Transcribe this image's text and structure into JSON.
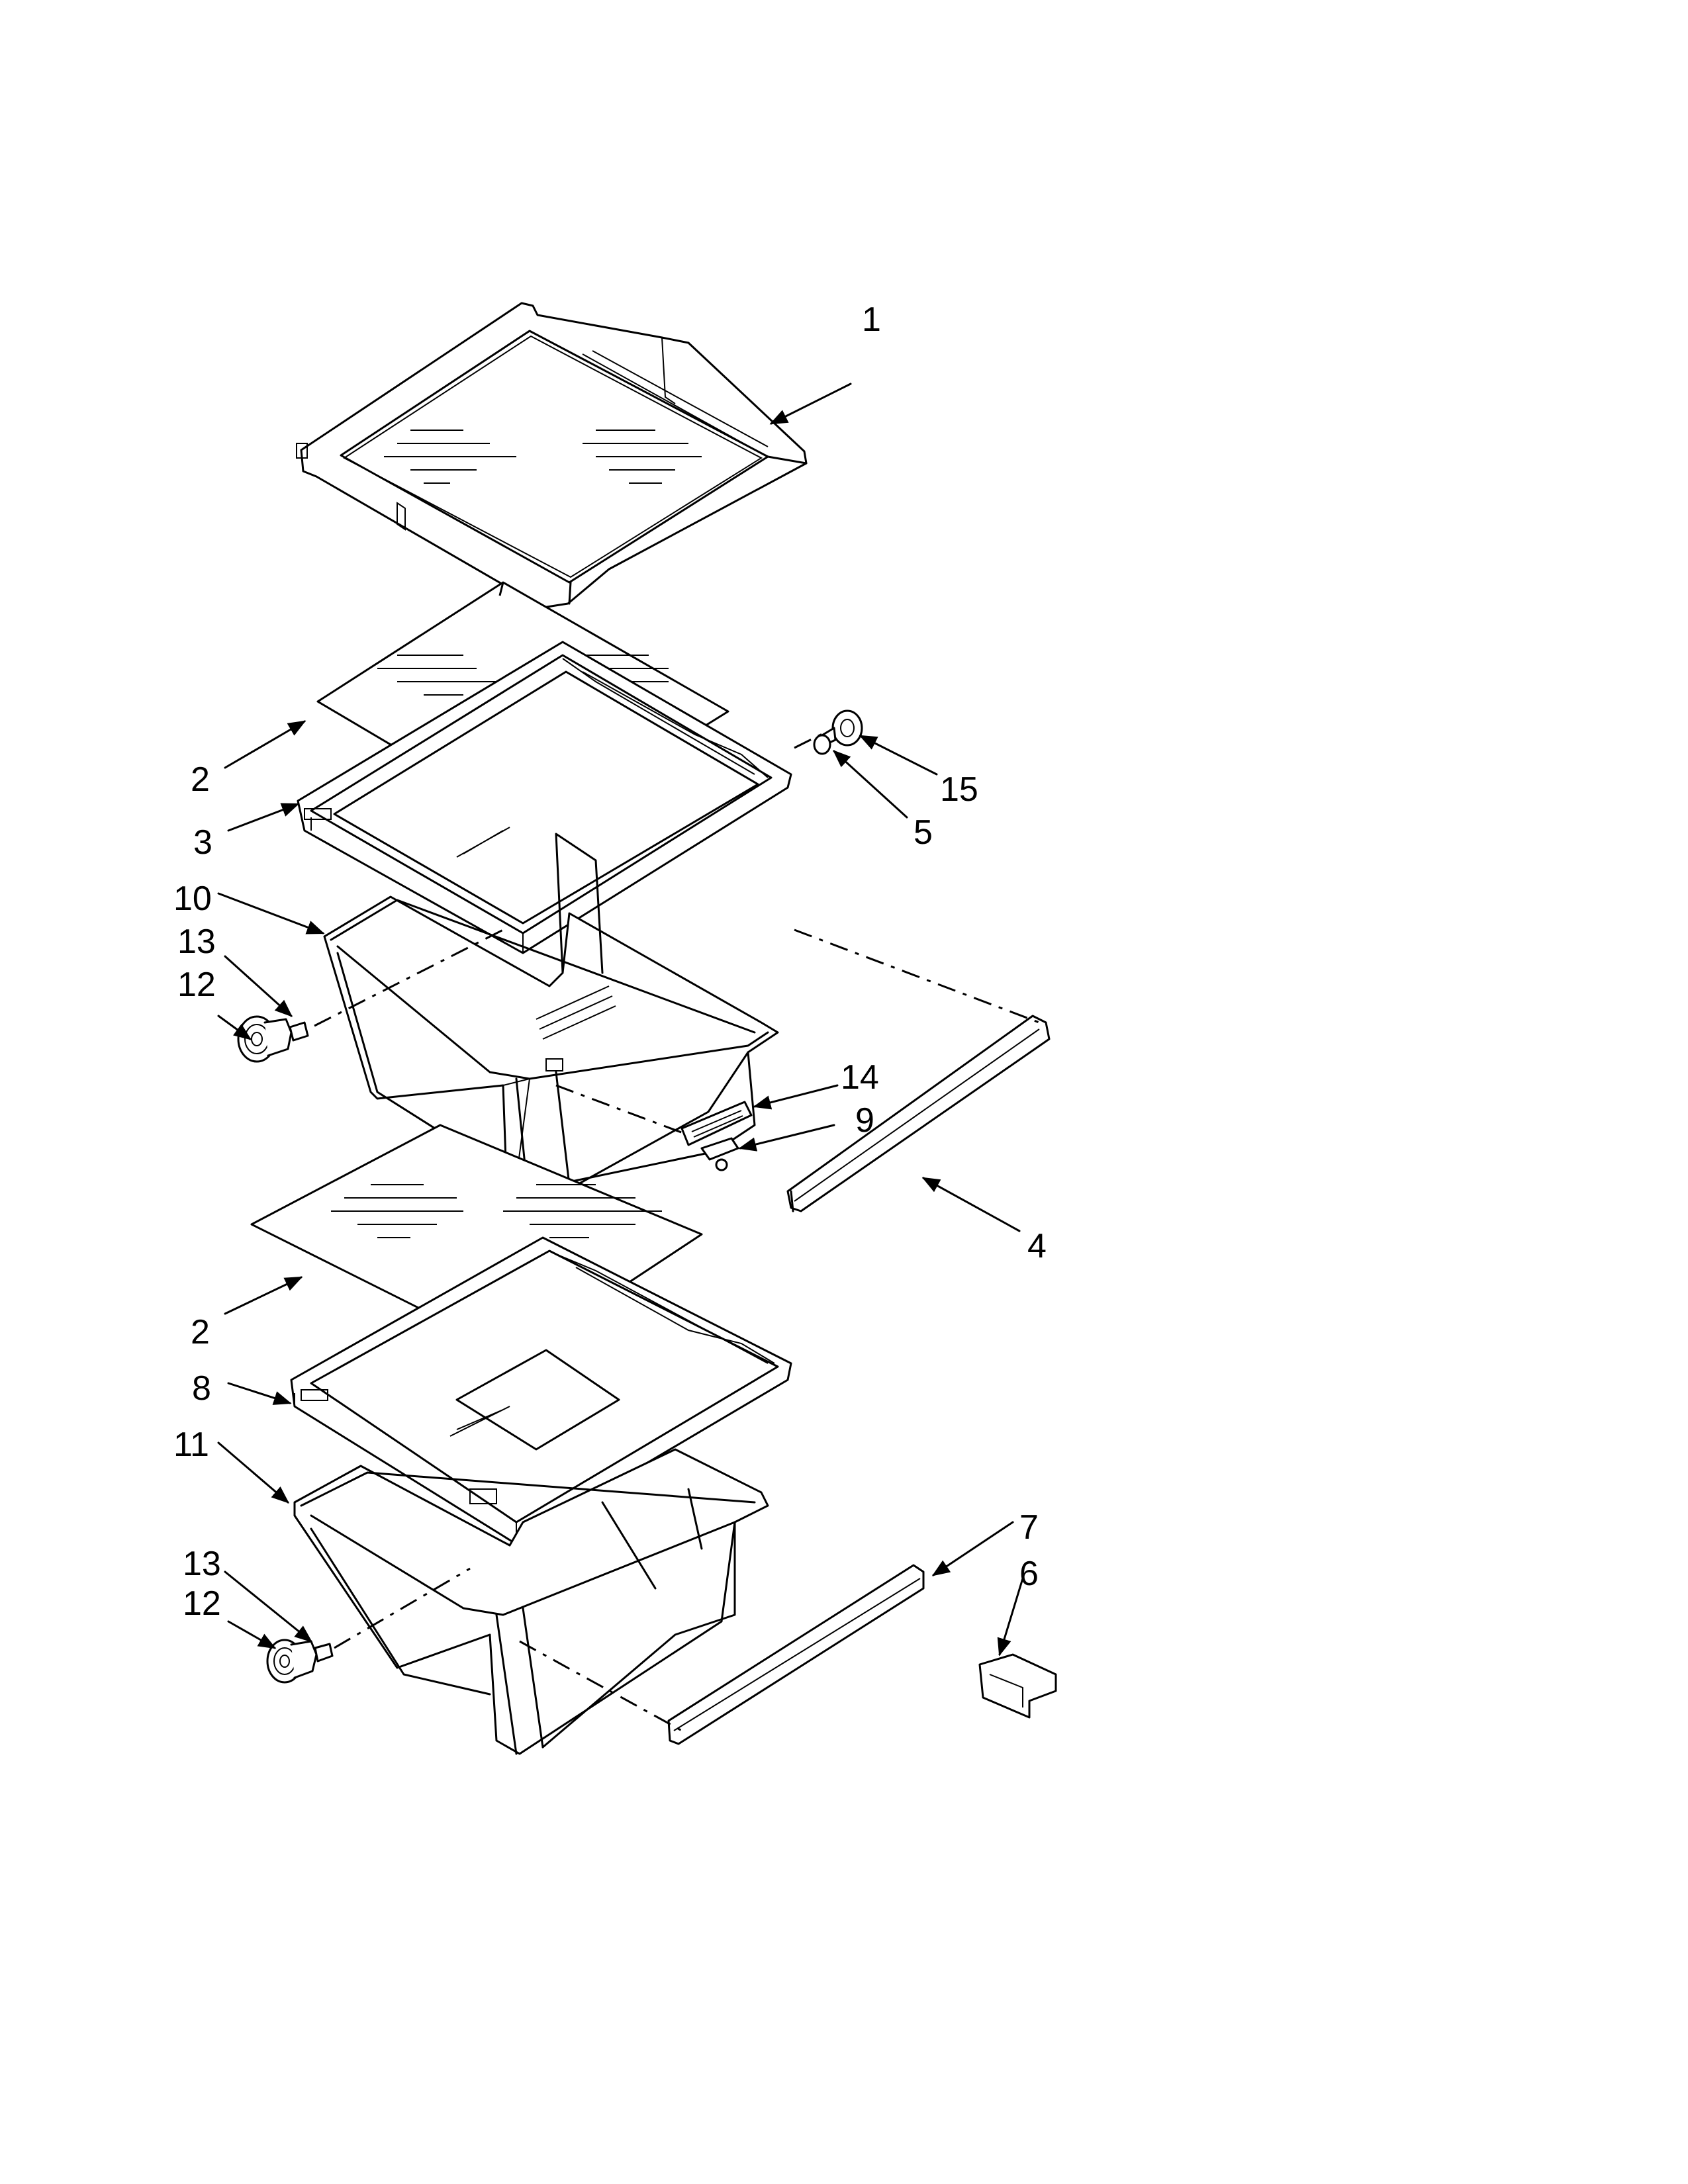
{
  "diagram": {
    "callouts": [
      {
        "id": "c1",
        "text": "1"
      },
      {
        "id": "c2a",
        "text": "2"
      },
      {
        "id": "c3",
        "text": "3"
      },
      {
        "id": "c10",
        "text": "10"
      },
      {
        "id": "c13a",
        "text": "13"
      },
      {
        "id": "c12a",
        "text": "12"
      },
      {
        "id": "c15",
        "text": "15"
      },
      {
        "id": "c5",
        "text": "5"
      },
      {
        "id": "c14",
        "text": "14"
      },
      {
        "id": "c9",
        "text": "9"
      },
      {
        "id": "c4",
        "text": "4"
      },
      {
        "id": "c2b",
        "text": "2"
      },
      {
        "id": "c8",
        "text": "8"
      },
      {
        "id": "c11",
        "text": "11"
      },
      {
        "id": "c7",
        "text": "7"
      },
      {
        "id": "c6",
        "text": "6"
      },
      {
        "id": "c13b",
        "text": "13"
      },
      {
        "id": "c12b",
        "text": "12"
      }
    ]
  }
}
